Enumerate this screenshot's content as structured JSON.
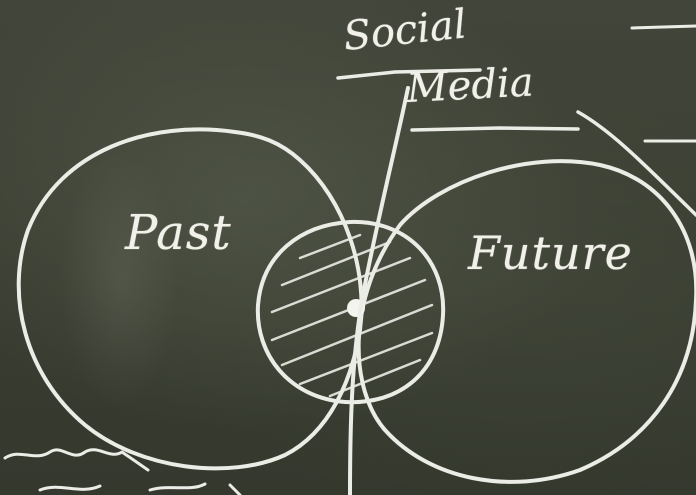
{
  "board": {
    "background_color": "#3b3f33",
    "chalk_color": "#ecece6"
  },
  "labels": {
    "past": "Past",
    "future": "Future",
    "social": "Social",
    "media": "Media"
  }
}
